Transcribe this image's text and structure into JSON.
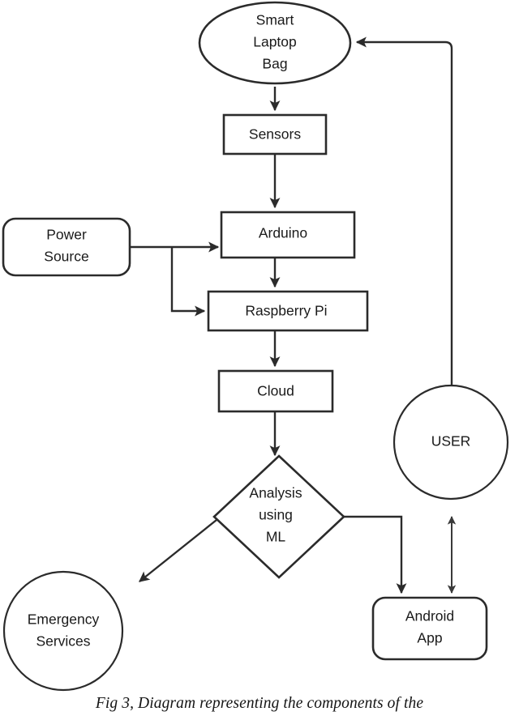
{
  "figure": {
    "caption": "Fig 3, Diagram representing the components of the"
  },
  "diagram": {
    "type": "flowchart",
    "nodes": {
      "smart_laptop_bag": {
        "label_line1": "Smart",
        "label_line2": "Laptop",
        "label_line3": "Bag",
        "shape": "ellipse"
      },
      "sensors": {
        "label": "Sensors",
        "shape": "rectangle"
      },
      "power_source": {
        "label_line1": "Power",
        "label_line2": "Source",
        "shape": "rounded-rectangle"
      },
      "arduino": {
        "label": "Arduino",
        "shape": "rectangle"
      },
      "raspberry_pi": {
        "label": "Raspberry Pi",
        "shape": "rectangle"
      },
      "cloud": {
        "label": "Cloud",
        "shape": "rectangle"
      },
      "analysis_using_ml": {
        "label_line1": "Analysis",
        "label_line2": "using",
        "label_line3": "ML",
        "shape": "diamond"
      },
      "emergency_services": {
        "label_line1": "Emergency",
        "label_line2": "Services",
        "shape": "circle"
      },
      "android_app": {
        "label_line1": "Android",
        "label_line2": "App",
        "shape": "rounded-rectangle"
      },
      "user": {
        "label": "USER",
        "shape": "circle"
      }
    },
    "edges": [
      {
        "from": "smart_laptop_bag",
        "to": "sensors",
        "arrow": "single"
      },
      {
        "from": "sensors",
        "to": "arduino",
        "arrow": "single"
      },
      {
        "from": "power_source",
        "to": "arduino",
        "arrow": "single"
      },
      {
        "from": "power_source",
        "to": "raspberry_pi",
        "arrow": "single"
      },
      {
        "from": "arduino",
        "to": "raspberry_pi",
        "arrow": "single"
      },
      {
        "from": "raspberry_pi",
        "to": "cloud",
        "arrow": "single"
      },
      {
        "from": "cloud",
        "to": "analysis_using_ml",
        "arrow": "single"
      },
      {
        "from": "analysis_using_ml",
        "to": "emergency_services",
        "arrow": "single"
      },
      {
        "from": "analysis_using_ml",
        "to": "android_app",
        "arrow": "single"
      },
      {
        "from": "android_app",
        "to": "user",
        "arrow": "double"
      },
      {
        "from": "user",
        "to": "smart_laptop_bag",
        "arrow": "single"
      }
    ],
    "colors": {
      "stroke": "#2b2b2b",
      "fill": "#ffffff",
      "text": "#1a1a1a",
      "caption": "#141414"
    }
  }
}
